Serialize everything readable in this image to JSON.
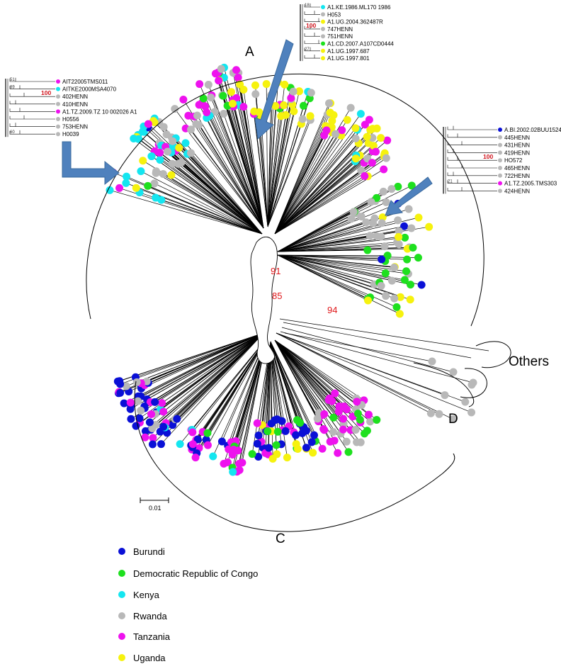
{
  "colors": {
    "Burundi": "#0a10d6",
    "Democratic Republic of Congo": "#1ee01e",
    "Kenya": "#14e6f0",
    "Rwanda": "#b8b8b8",
    "Tanzania": "#ee12ee",
    "Uganda": "#f6f20e",
    "arrow": "#4f81bd",
    "support": "#e0181b"
  },
  "clade_labels": {
    "A": "A",
    "C": "C",
    "D": "D",
    "others": "Others"
  },
  "bootstrap": {
    "b91": "91",
    "b85": "85",
    "b94": "94"
  },
  "scale": {
    "label": "0.01"
  },
  "insets": {
    "left": [
      {
        "support": "51",
        "country": "Tanzania",
        "label": "AIT22005TMS011"
      },
      {
        "support": "89",
        "country": "Kenya",
        "label": "AITKE2000MSA4070"
      },
      {
        "support": "",
        "country": "Rwanda",
        "label": "402HENN",
        "boot": "100"
      },
      {
        "support": "",
        "country": "Rwanda",
        "label": "410HENN"
      },
      {
        "support": "",
        "country": "Tanzania",
        "label": "A1.TZ.2009.TZ 10 002026 A1"
      },
      {
        "support": "",
        "country": "Rwanda",
        "label": "H0556"
      },
      {
        "support": "",
        "country": "Rwanda",
        "label": "753HENN"
      },
      {
        "support": "60",
        "country": "Rwanda",
        "label": "H0039"
      }
    ],
    "top": [
      {
        "support": "18",
        "country": "Kenya",
        "label": "A1.KE.1986.ML170 1986"
      },
      {
        "support": "",
        "country": "Rwanda",
        "label": "H053"
      },
      {
        "support": "",
        "country": "Uganda",
        "label": "A1.UG.2004.362487R"
      },
      {
        "support": "",
        "country": "Rwanda",
        "label": "747HENN",
        "boot": "100"
      },
      {
        "support": "",
        "country": "Rwanda",
        "label": "751HENN"
      },
      {
        "support": "",
        "country": "Democratic Republic of Congo",
        "label": "A1.CD.2007.A107CD0444"
      },
      {
        "support": "27",
        "country": "Uganda",
        "label": "A1.UG.1997.687"
      },
      {
        "support": "",
        "country": "Uganda",
        "label": "A1.UG.1997.801"
      }
    ],
    "right": [
      {
        "support": "",
        "country": "Burundi",
        "label": "A.BI.2002.02BUU1524"
      },
      {
        "support": "",
        "country": "Rwanda",
        "label": "445HENN"
      },
      {
        "support": "",
        "country": "Rwanda",
        "label": "431HENN"
      },
      {
        "support": "",
        "country": "Rwanda",
        "label": "419HENN"
      },
      {
        "support": "",
        "country": "Rwanda",
        "label": "HO572",
        "boot": "100"
      },
      {
        "support": "",
        "country": "Rwanda",
        "label": "465HENN"
      },
      {
        "support": "",
        "country": "Rwanda",
        "label": "722HENN"
      },
      {
        "support": "21",
        "country": "Tanzania",
        "label": "A1.TZ.2005.TMS303"
      },
      {
        "support": "",
        "country": "Rwanda",
        "label": "424HENN"
      }
    ]
  },
  "legend": [
    {
      "country": "Burundi",
      "label": "Burundi"
    },
    {
      "country": "Democratic Republic of Congo",
      "label": "Democratic Republic of Congo"
    },
    {
      "country": "Kenya",
      "label": "Kenya"
    },
    {
      "country": "Rwanda",
      "label": "Rwanda"
    },
    {
      "country": "Tanzania",
      "label": "Tanzania"
    },
    {
      "country": "Uganda",
      "label": "Uganda"
    }
  ]
}
